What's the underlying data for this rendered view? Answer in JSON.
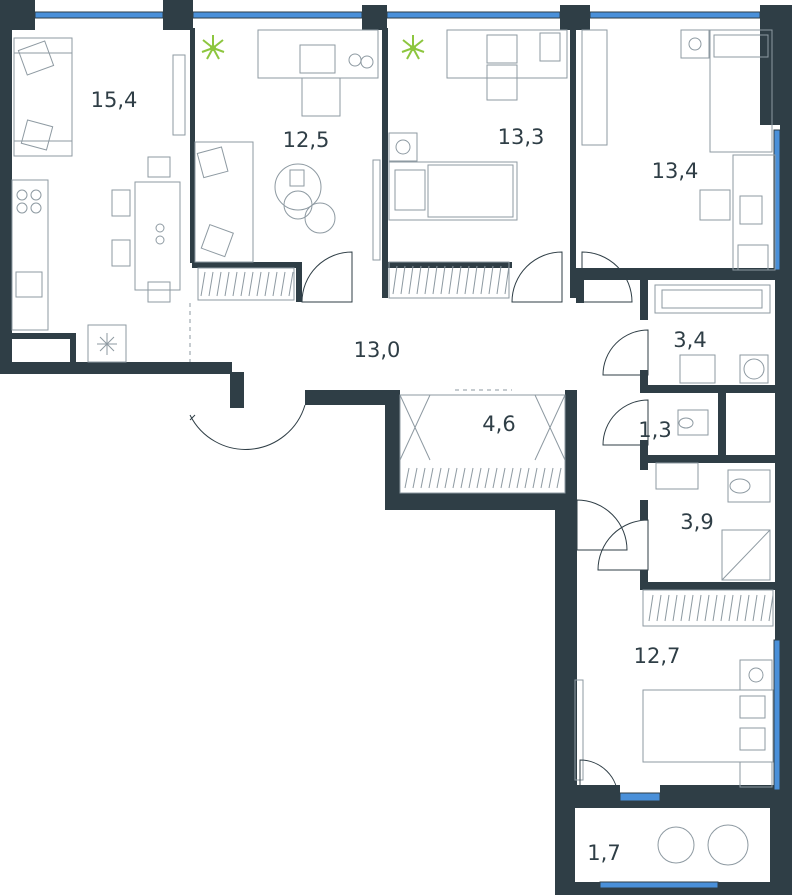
{
  "colors": {
    "wall": "#2f3e46",
    "window": "#4a90d9",
    "furniture": "#8e9aa2",
    "text": "#2f3e46",
    "plant": "#8dc63f",
    "background": "#ffffff"
  },
  "rooms": [
    {
      "id": "living-kitchen",
      "area": "15,4"
    },
    {
      "id": "bedroom-1",
      "area": "12,5"
    },
    {
      "id": "bedroom-2",
      "area": "13,3"
    },
    {
      "id": "bedroom-3",
      "area": "13,4"
    },
    {
      "id": "hallway",
      "area": "13,0"
    },
    {
      "id": "wardrobe",
      "area": "4,6"
    },
    {
      "id": "bathroom-1",
      "area": "3,4"
    },
    {
      "id": "toilet",
      "area": "1,3"
    },
    {
      "id": "bathroom-2",
      "area": "3,9"
    },
    {
      "id": "bedroom-4",
      "area": "12,7"
    },
    {
      "id": "balcony",
      "area": "1,7"
    }
  ]
}
